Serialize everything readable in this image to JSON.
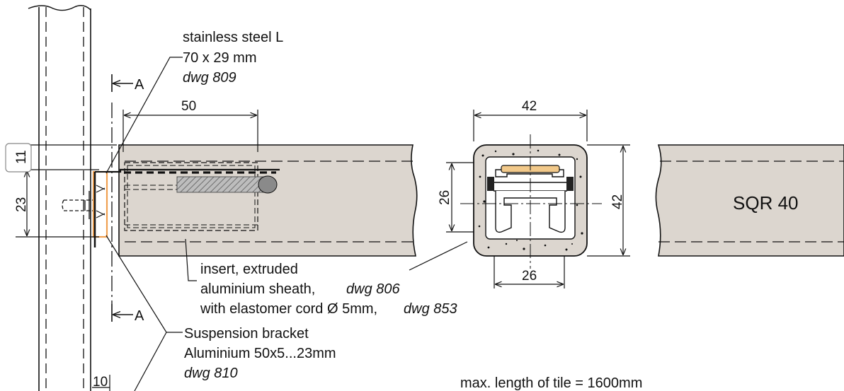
{
  "labels": {
    "steel_l_line1": "stainless steel L",
    "steel_l_line2": "70 x 29 mm",
    "steel_l_dwg": "dwg 809",
    "section_mark_top": "A",
    "section_mark_bottom": "A",
    "insert_line1": "insert, extruded",
    "insert_line2": "aluminium sheath,",
    "insert_line2_dwg": "dwg 806",
    "insert_line3": "with elastomer cord Ø 5mm,",
    "insert_line3_dwg": "dwg 853",
    "bracket_line1": "Suspension bracket",
    "bracket_line2": "Aluminium 50x5...23mm",
    "bracket_dwg": "dwg 810",
    "max_length_note": "max. length of tile = 1600mm",
    "profile_name": "SQR 40"
  },
  "dimensions": {
    "insert_length": "50",
    "bracket_gap": "11",
    "bracket_height": "23",
    "section_width_top": "42",
    "section_height_right": "42",
    "insert_height": "26",
    "insert_width": "26",
    "bottom_offset": "10"
  },
  "colors": {
    "concrete": "#dcd6cf",
    "line": "#111111",
    "bracket_highlight": "#f0a050",
    "cord": "#8a8a8a"
  }
}
